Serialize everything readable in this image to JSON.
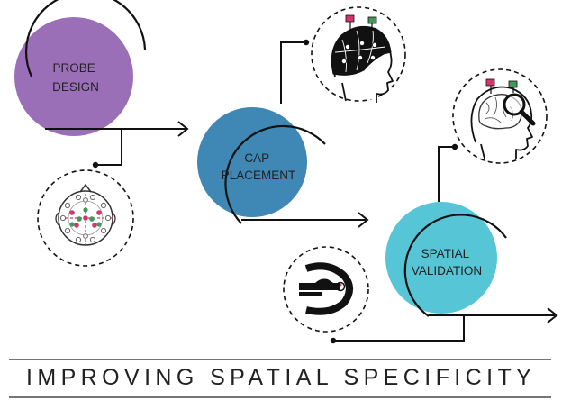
{
  "stages": [
    {
      "id": "probe-design",
      "lines": [
        "PROBE",
        "DESIGN"
      ],
      "color": "#9b6fb7"
    },
    {
      "id": "cap-placement",
      "lines": [
        "CAP",
        "PLACEMENT"
      ],
      "color": "#3f87b4"
    },
    {
      "id": "spatial-validation",
      "lines": [
        "SPATIAL",
        "VALIDATION"
      ],
      "color": "#56c6d7"
    }
  ],
  "icons": [
    {
      "id": "eeg-montage",
      "name": "eeg-electrode-montage-icon"
    },
    {
      "id": "cap-head",
      "name": "head-with-cap-icon"
    },
    {
      "id": "brain-magnifier",
      "name": "head-brain-magnifier-icon"
    },
    {
      "id": "mri-scanner",
      "name": "mri-scanner-icon"
    }
  ],
  "footer": {
    "title": "IMPROVING SPATIAL SPECIFICITY"
  },
  "colors": {
    "probe_design": "#9b6fb7",
    "cap_placement": "#3f87b4",
    "spatial_validation": "#56c6d7",
    "line": "#111111",
    "source_marker": "#d4356a",
    "detector_marker": "#3f9a5a"
  }
}
